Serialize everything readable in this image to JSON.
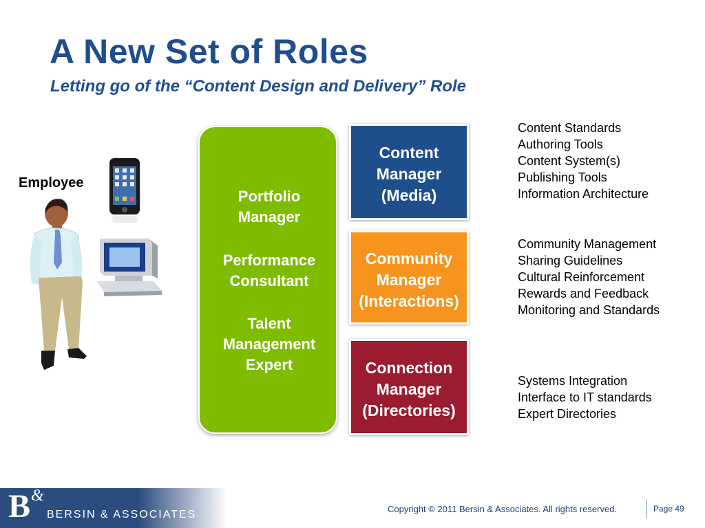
{
  "header": {
    "title": "A New Set of Roles",
    "subtitle": "Letting go of the “Content Design and Delivery” Role"
  },
  "employee": {
    "label": "Employee"
  },
  "portfolio": {
    "role1": [
      "Portfolio",
      "Manager"
    ],
    "role2": [
      "Performance",
      "Consultant"
    ],
    "role3": [
      "Talent",
      "Management",
      "Expert"
    ]
  },
  "roles": [
    {
      "lines": [
        "Content",
        "Manager",
        "(Media)"
      ],
      "color": "#1f4e8c",
      "tasks": [
        "Content Standards",
        "Authoring Tools",
        "Content System(s)",
        "Publishing Tools",
        "Information Architecture"
      ]
    },
    {
      "lines": [
        "Community",
        "Manager",
        "(Interactions)"
      ],
      "color": "#f7941d",
      "tasks": [
        "Community Management",
        "Sharing Guidelines",
        "Cultural Reinforcement",
        "Rewards and Feedback",
        "Monitoring and Standards"
      ]
    },
    {
      "lines": [
        "Connection",
        "Manager",
        "(Directories)"
      ],
      "color": "#9b1b30",
      "tasks": [
        "Systems Integration",
        "Interface to IT standards",
        "Expert Directories"
      ]
    }
  ],
  "footer": {
    "logo_mark": "B",
    "logo_amp": "&",
    "logo_text": "BERSIN & ASSOCIATES",
    "copyright": "Copyright © 2011 Bersin & Associates. All rights reserved.",
    "page": "Page 49"
  },
  "icons": {
    "phone": "smartphone-icon",
    "computer": "desktop-computer-icon",
    "person": "businessman-icon"
  }
}
